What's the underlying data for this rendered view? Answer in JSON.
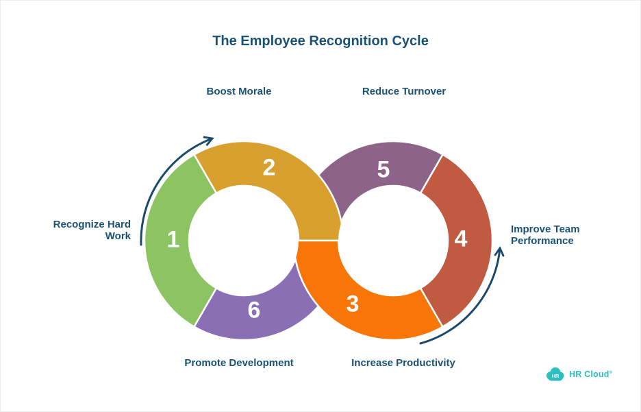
{
  "page": {
    "background": "#ffffff",
    "frame_border": "#ededed"
  },
  "title": {
    "text": "The Employee Recognition Cycle",
    "color": "#1b5274"
  },
  "diagram": {
    "type": "employee-recognition-cycle",
    "label_color": "#1b5274",
    "number_color": "#ffffff",
    "arrow_color": "#1b4a6b",
    "segments": [
      {
        "number": "1",
        "label": "Recognize Hard Work",
        "color": "#8cc464"
      },
      {
        "number": "2",
        "label": "Boost Morale",
        "color": "#d7a02f"
      },
      {
        "number": "3",
        "label": "Increase Productivity",
        "color": "#f87608"
      },
      {
        "number": "4",
        "label": "Improve Team Performance",
        "color": "#c05a40"
      },
      {
        "number": "5",
        "label": "Reduce Turnover",
        "color": "#8d6389"
      },
      {
        "number": "6",
        "label": "Promote Development",
        "color": "#8a6fb5"
      }
    ]
  },
  "logo": {
    "badge_text": "HR",
    "brand_text": "HR Cloud",
    "trademark_symbol": "®",
    "color": "#2bbfbf"
  }
}
